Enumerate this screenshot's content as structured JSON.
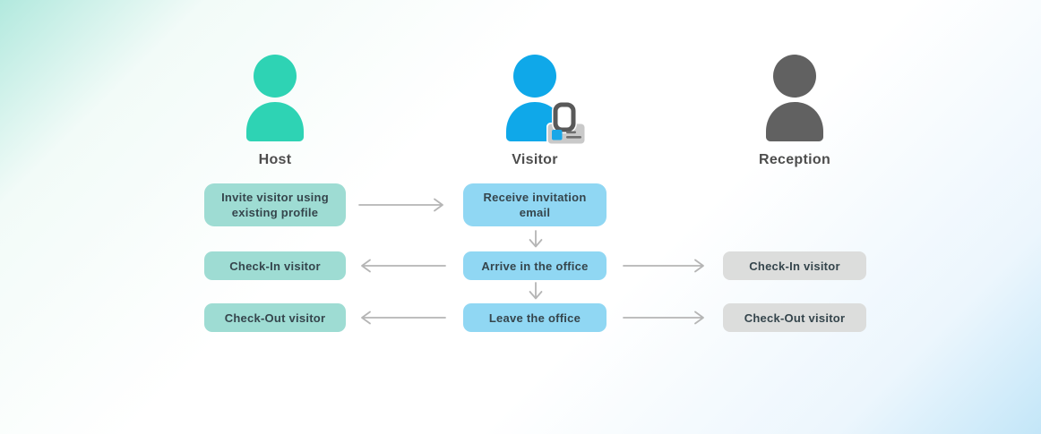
{
  "actors": {
    "host": {
      "label": "Host"
    },
    "visitor": {
      "label": "Visitor"
    },
    "reception": {
      "label": "Reception"
    }
  },
  "steps": {
    "invite": "Invite visitor using existing profile",
    "receive": "Receive invitation email",
    "host_checkin": "Check-In visitor",
    "arrive": "Arrive in the office",
    "reception_checkin": "Check-In visitor",
    "host_checkout": "Check-Out visitor",
    "leave": "Leave the office",
    "reception_checkout": "Check-Out visitor"
  },
  "colors": {
    "host_accent": "#2ed3b4",
    "visitor_accent": "#0fa8e9",
    "reception_accent": "#616161",
    "host_box": "#9edcd3",
    "visitor_box": "#90d7f3",
    "reception_box": "#dcdddc",
    "arrow": "#b5b5b5",
    "label_color": "#4d4d4d",
    "box_text": "#35454c",
    "bg_top_left": "#b2e9de",
    "bg_bottom_right": "#c3e6f8",
    "badge_card": "#c9c9c9",
    "badge_clip": "#595959",
    "badge_photo": "#18a7e8"
  }
}
